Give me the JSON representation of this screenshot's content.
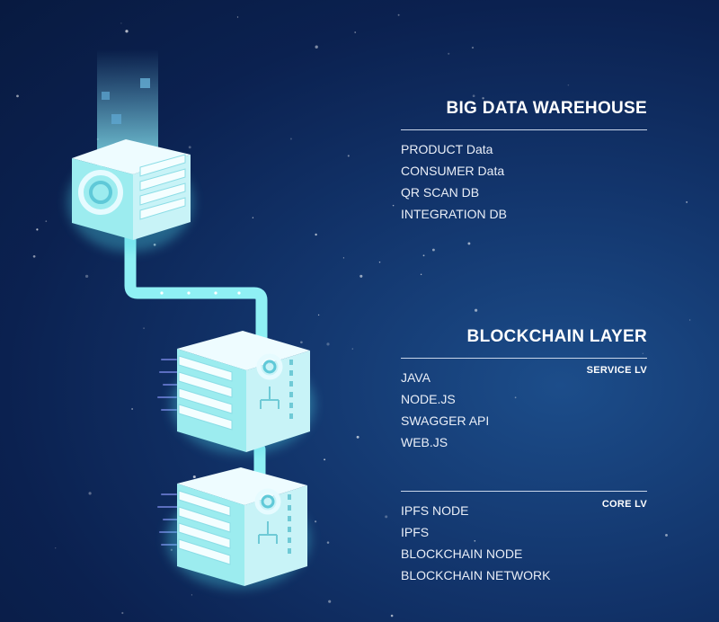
{
  "warehouse": {
    "title": "BIG DATA WAREHOUSE",
    "items": [
      "PRODUCT Data",
      "CONSUMER Data",
      "QR SCAN DB",
      "INTEGRATION DB"
    ]
  },
  "blockchain": {
    "title": "BLOCKCHAIN LAYER",
    "service": {
      "tag": "SERVICE LV",
      "items": [
        "JAVA",
        "NODE.JS",
        "SWAGGER API",
        "WEB.JS"
      ]
    },
    "core": {
      "tag": "CORE LV",
      "items": [
        "IPFS NODE",
        "IPFS",
        "BLOCKCHAIN NODE",
        "BLOCKCHAIN NETWORK"
      ]
    }
  },
  "colors": {
    "background": "#0b2150",
    "cube_top": "#e9fbff",
    "cube_left": "#8ae8ec",
    "cube_right": "#c4f1f6",
    "pipe": "#8ff0f4"
  },
  "icons": [
    "data-cube-icon",
    "server-cube-icon",
    "node-cube-icon"
  ]
}
